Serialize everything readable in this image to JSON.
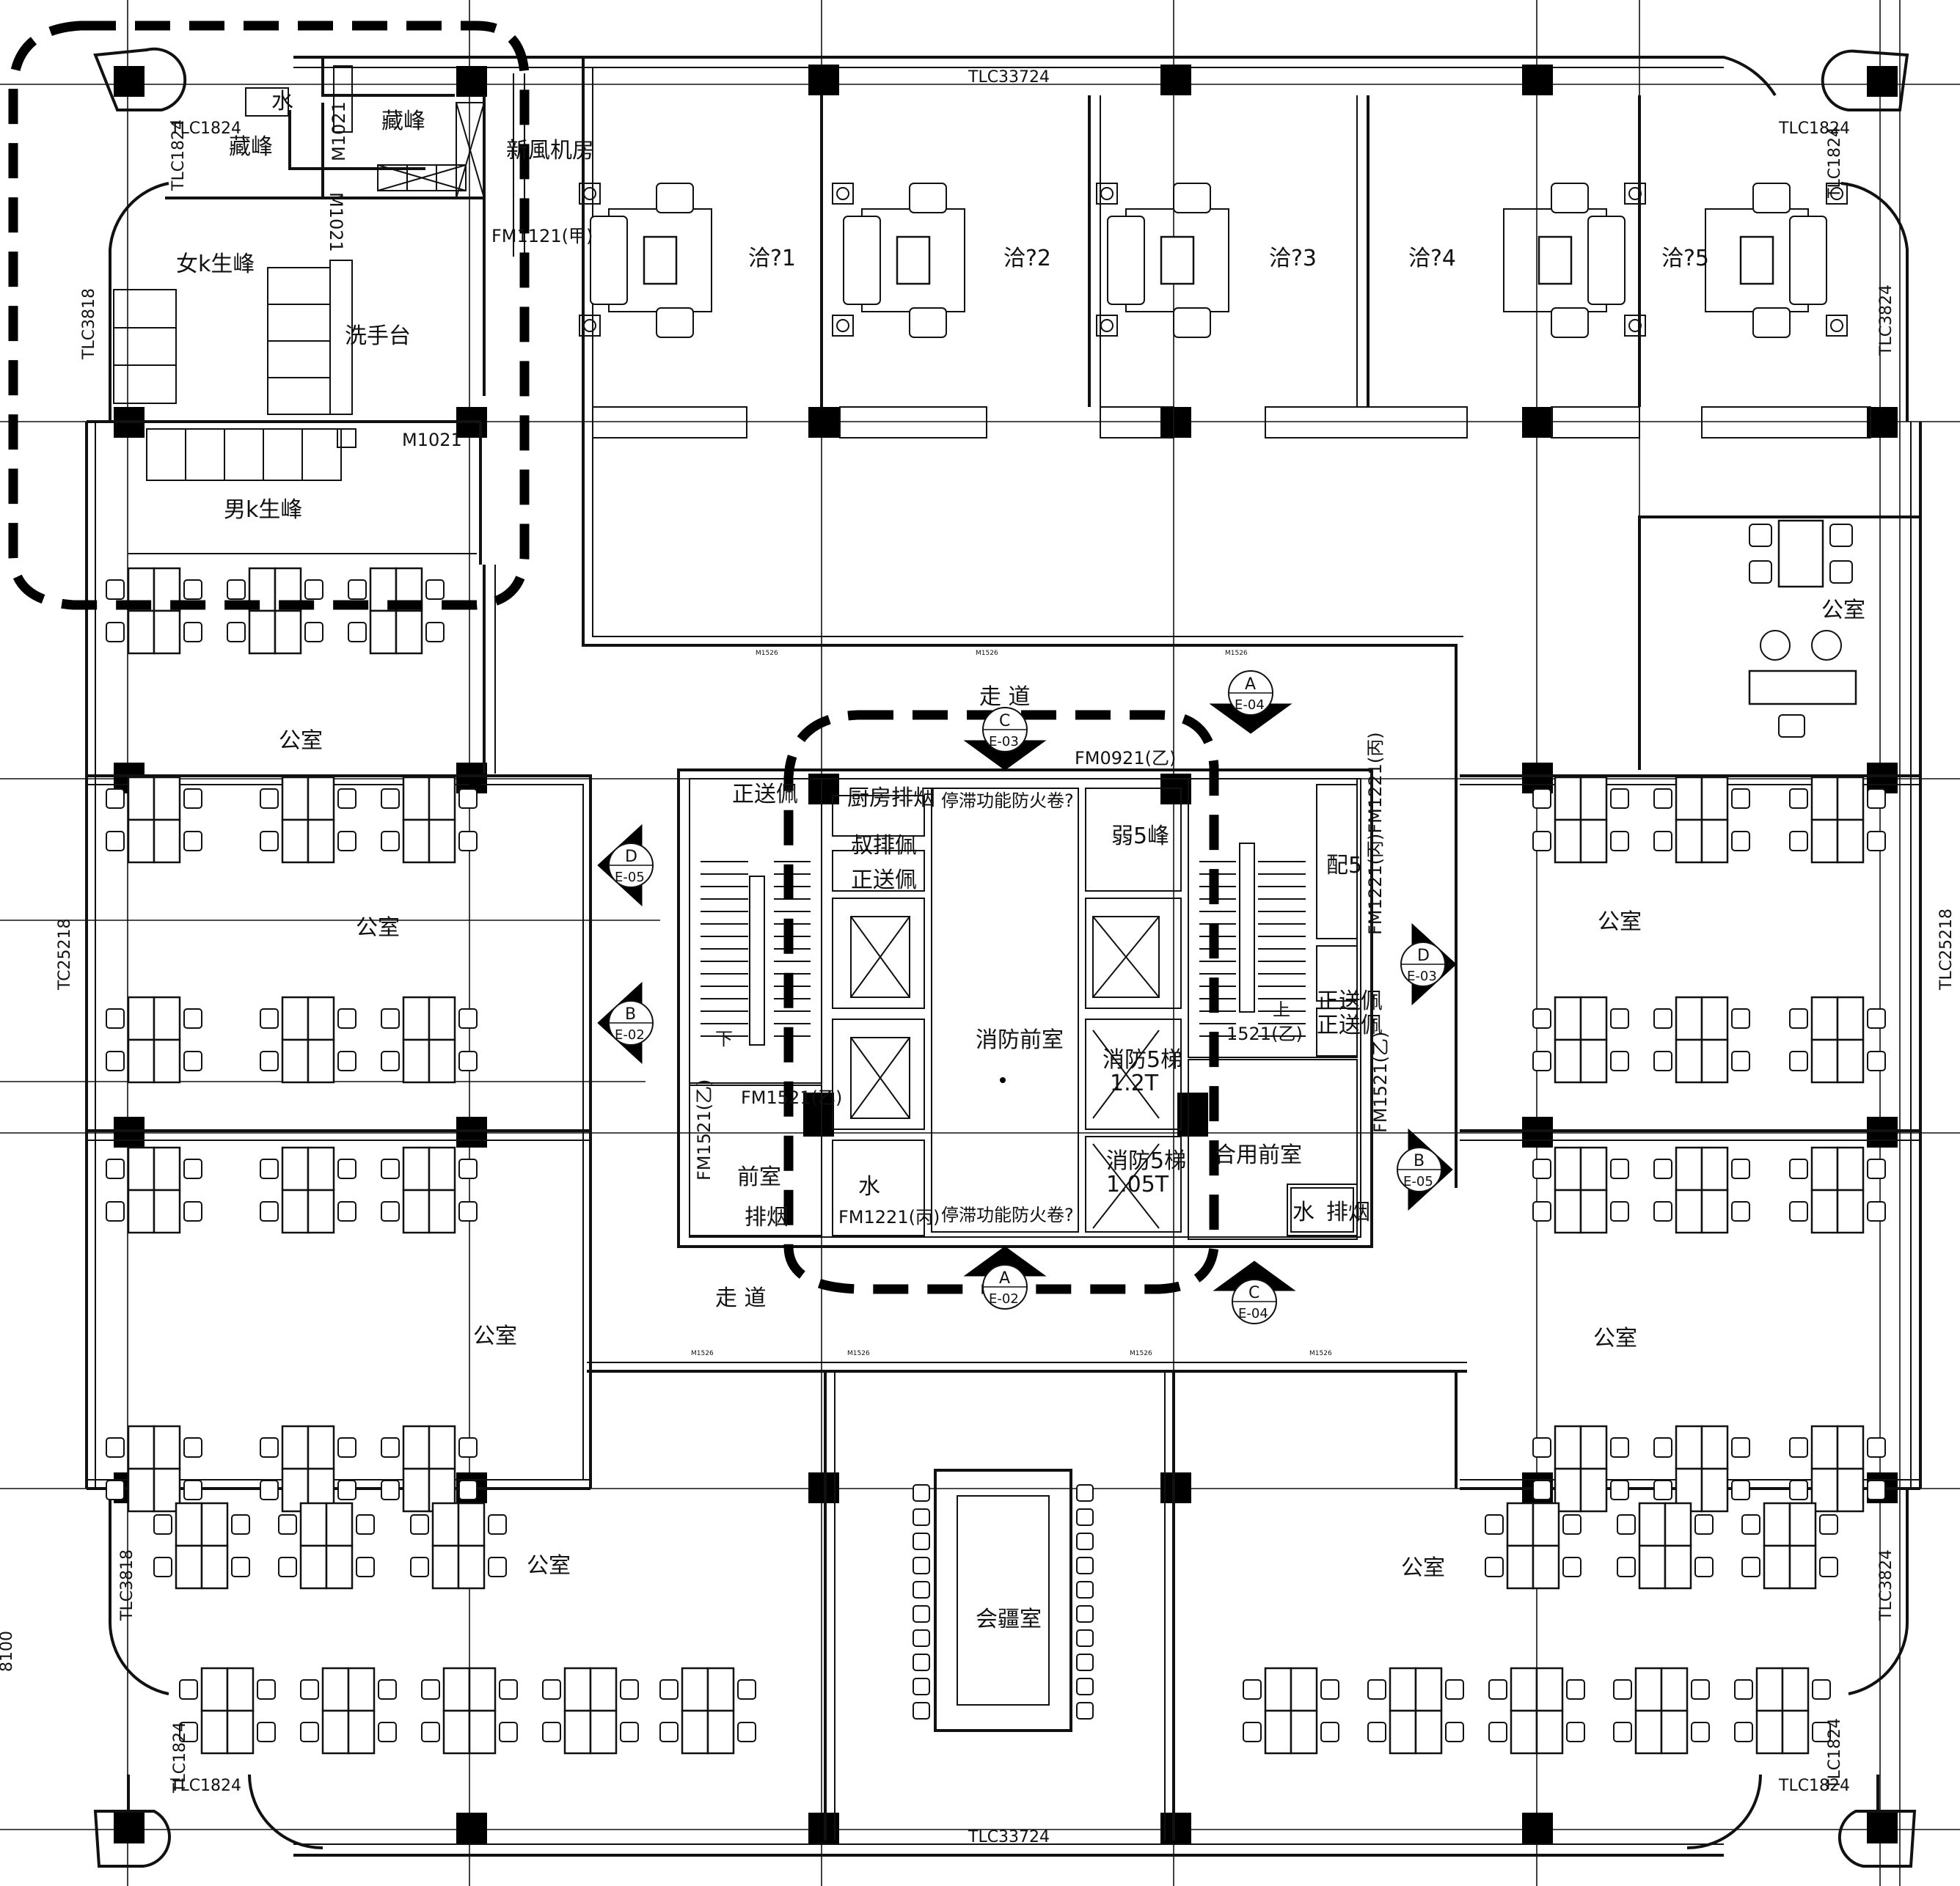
{
  "drawing": {
    "top_window": "TLC33724",
    "bottom_window": "TLC33724",
    "left_window": "TC25218",
    "right_window": "TLC25218",
    "corner_windows": [
      "TLC1824",
      "TLC1824",
      "TLC1824",
      "TLC1824",
      "TLC1824",
      "TLC1824",
      "TLC1824",
      "TLC1824"
    ],
    "side_windows": [
      "TLC3818",
      "TLC3824",
      "TLC3818",
      "TLC3824"
    ],
    "edge_dimension": "8100"
  },
  "rooms": {
    "negotiation": [
      "洽?1",
      "洽?2",
      "洽?3",
      "洽?4",
      "洽?5"
    ],
    "storage_1": "藏峰",
    "storage_2": "藏峰",
    "water": "水",
    "fresh_air_room": "新風机房",
    "women_toilet": "女k生峰",
    "men_toilet": "男k生峰",
    "washbasin": "洗手台",
    "office_labels": [
      "公室",
      "公室",
      "公室",
      "公室",
      "公室",
      "公室",
      "公室",
      "公室"
    ],
    "corridor_top": "走 道",
    "corridor_bottom": "走 道",
    "fire_lobby": "消防前室",
    "front_room": "前室",
    "shared_front_room": "合用前室",
    "weak_current": "弱5峰",
    "power": "配5",
    "meeting_room": "会疆室",
    "kitchen_exhaust": "厨房排烟",
    "rescue_exhaust": "叔排佩",
    "positive_supply": [
      "正送佩",
      "正送佩",
      "正送佩",
      "正送佩"
    ],
    "smoke_exhaust": [
      "排烟",
      "排烟"
    ],
    "water_shaft": [
      "水",
      "水"
    ],
    "fire_lift_1": "消防5梯",
    "fire_lift_1_load": "1.2T",
    "fire_lift_2": "消防5梯",
    "fire_lift_2_load": "1.05T",
    "fire_shutter": [
      "停滞功能防火卷?",
      "停滞功能防火卷?"
    ]
  },
  "doors": {
    "m1021_a": "M1021",
    "m1021_b": "M1021",
    "m1021_c": "M1021",
    "fm1121": "FM1121(甲)",
    "fm0921": "FM0921(乙)",
    "fm1521_a": "FM1521(乙)",
    "fm1521_b": "FM1521(乙)",
    "fm1521_c": "FM1521(乙)",
    "fm1521_d": "1521(乙)",
    "fm1221": "FM1221(丙)",
    "fm1221_v": "FM1221(丙)FM1221(丙)",
    "small_door": "M1526"
  },
  "sections": [
    {
      "letter": "A",
      "ref": "E-04"
    },
    {
      "letter": "D",
      "ref": "E-05"
    },
    {
      "letter": "B",
      "ref": "E-02"
    },
    {
      "letter": "C",
      "ref": "E-03"
    },
    {
      "letter": "D",
      "ref": "E-03"
    },
    {
      "letter": "B",
      "ref": "E-05"
    },
    {
      "letter": "A",
      "ref": "E-02"
    },
    {
      "letter": "C",
      "ref": "E-04"
    }
  ],
  "stair_marks": [
    "下",
    "上"
  ]
}
